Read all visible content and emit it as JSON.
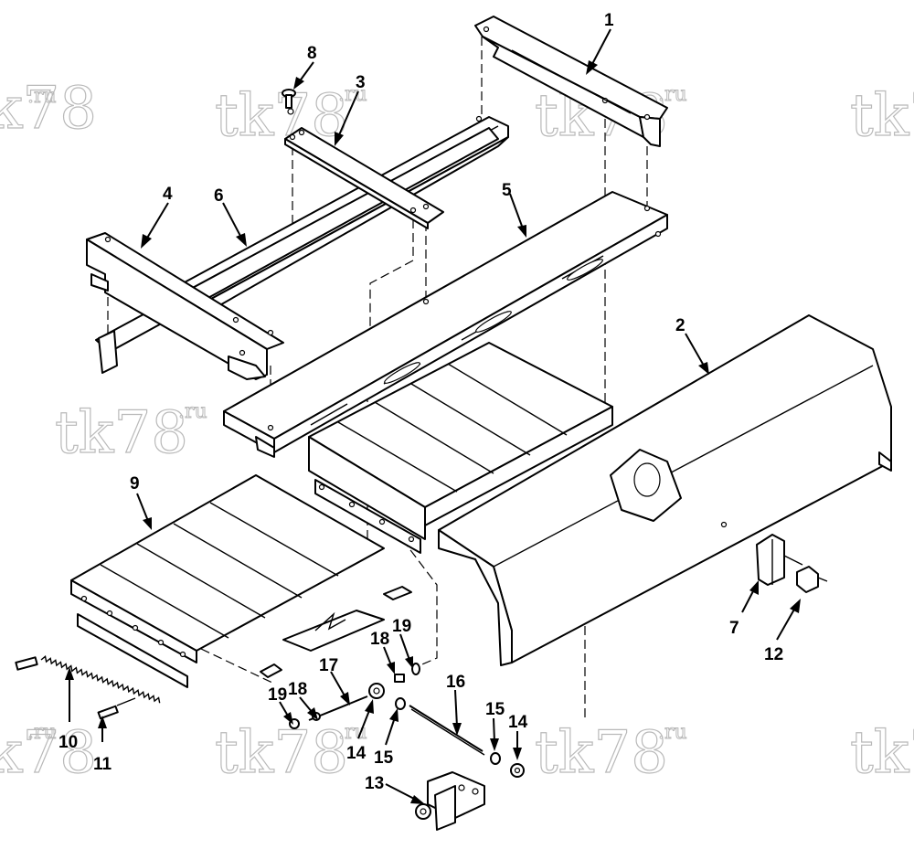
{
  "watermark": {
    "main": "tk78",
    "suffix": ".ru"
  },
  "callouts": [
    {
      "id": "c1",
      "label": "1"
    },
    {
      "id": "c2",
      "label": "2"
    },
    {
      "id": "c3",
      "label": "3"
    },
    {
      "id": "c4",
      "label": "4"
    },
    {
      "id": "c5",
      "label": "5"
    },
    {
      "id": "c6",
      "label": "6"
    },
    {
      "id": "c7",
      "label": "7"
    },
    {
      "id": "c8",
      "label": "8"
    },
    {
      "id": "c9",
      "label": "9"
    },
    {
      "id": "c10",
      "label": "10"
    },
    {
      "id": "c11",
      "label": "11"
    },
    {
      "id": "c12",
      "label": "12"
    },
    {
      "id": "c13",
      "label": "13"
    },
    {
      "id": "c14a",
      "label": "14"
    },
    {
      "id": "c14b",
      "label": "14"
    },
    {
      "id": "c15a",
      "label": "15"
    },
    {
      "id": "c15b",
      "label": "15"
    },
    {
      "id": "c16",
      "label": "16"
    },
    {
      "id": "c17",
      "label": "17"
    },
    {
      "id": "c18a",
      "label": "18"
    },
    {
      "id": "c18b",
      "label": "18"
    },
    {
      "id": "c19a",
      "label": "19"
    },
    {
      "id": "c19b",
      "label": "19"
    }
  ]
}
